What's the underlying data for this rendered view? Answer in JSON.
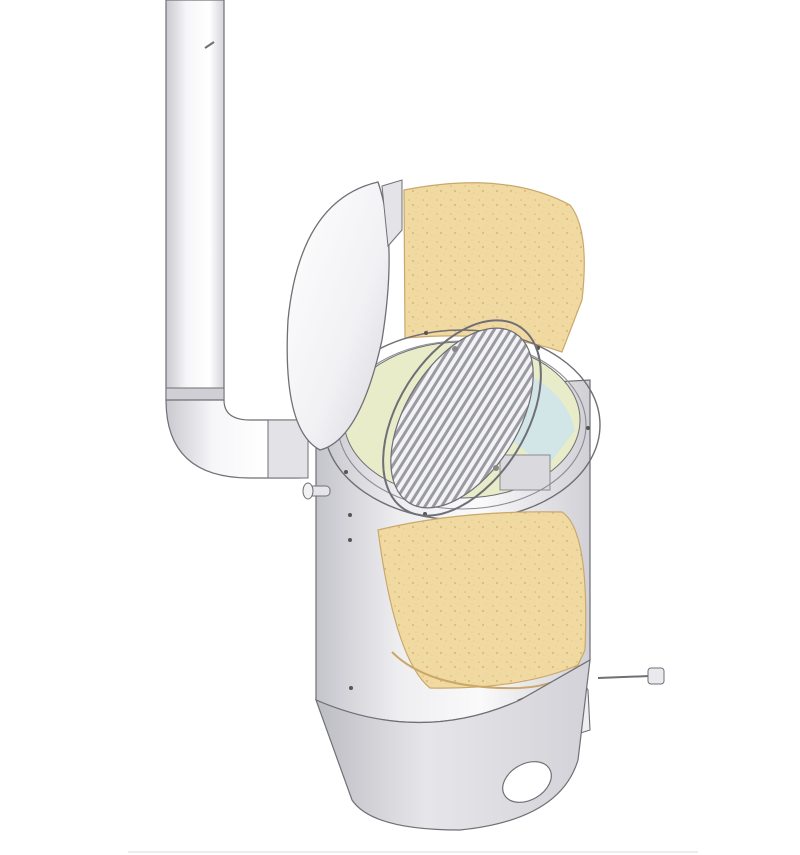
{
  "colors": {
    "background": "#ffffff",
    "steel_light": "#f4f4f6",
    "steel_mid": "#d9d9de",
    "steel_dark": "#a8a8b0",
    "outline": "#6f6f76",
    "insulation": "#f1d9a2",
    "insulation_edge": "#c9a86a",
    "interior_green": "#e9ecc8",
    "interior_blue": "#cfe4ea",
    "grate": "#8d8d95"
  },
  "parts": [
    "flue-pipe",
    "pipe-elbow",
    "hinged-lid",
    "insulation-panel-top",
    "top-rim-ring",
    "grate-ring",
    "stove-body",
    "insulation-panel-front",
    "ash-drawer",
    "side-rod",
    "base-cone"
  ]
}
